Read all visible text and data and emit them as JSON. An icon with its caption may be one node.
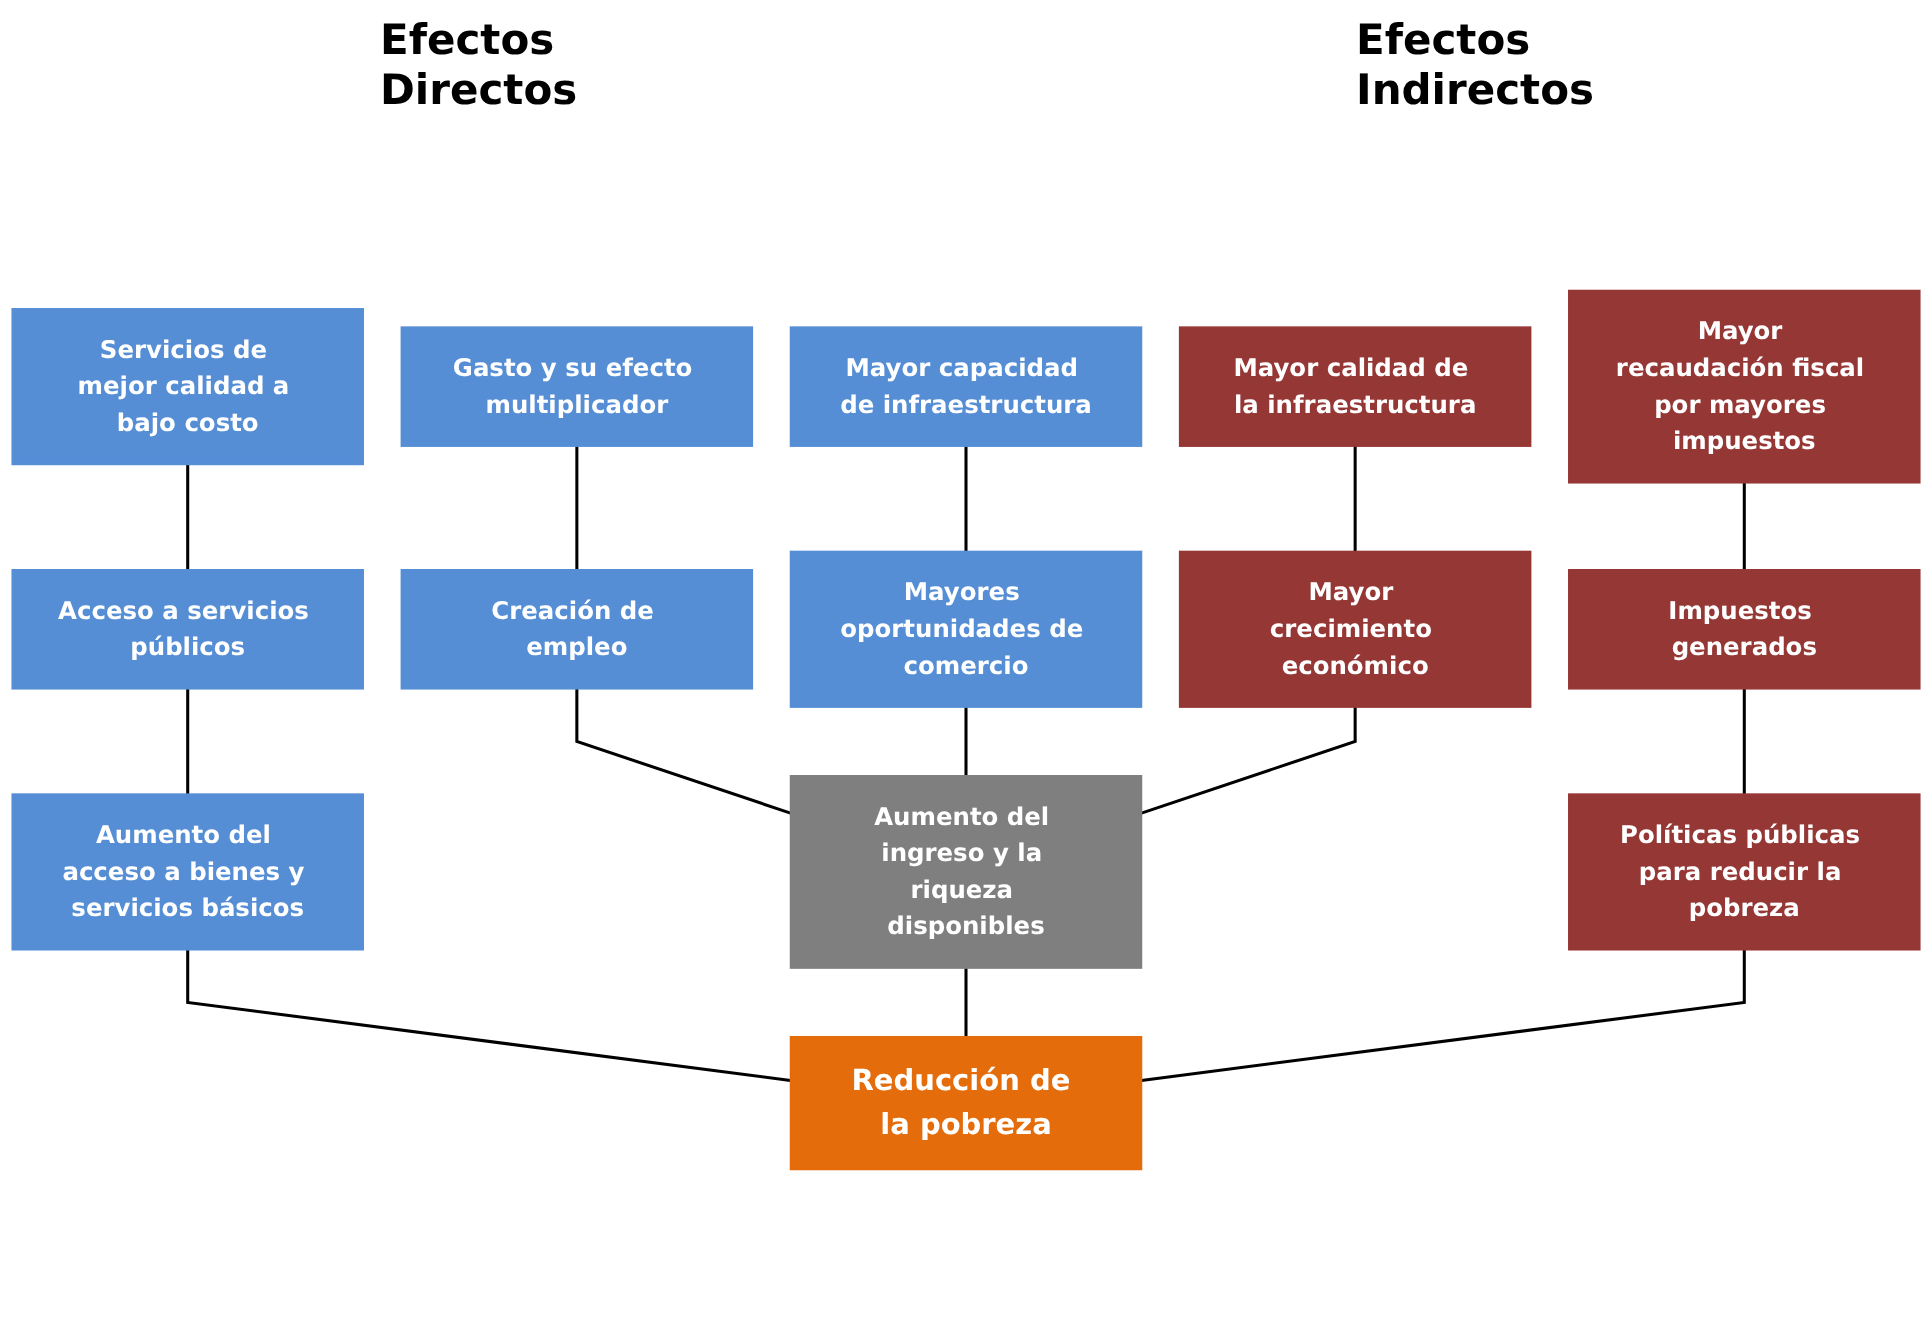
{
  "diagram": {
    "nodes": [
      {
        "text": [
          "Servicios de mejor calidad a bajo costo"
        ]
      },
      {
        "text": [
          "Gasto y su efecto multiplicador"
        ]
      },
      {
        "text": [
          "Mayor capacidad de infraestructura"
        ]
      },
      {
        "text": [
          "Mayor calidad de la infraestructura"
        ]
      },
      {
        "text": [
          "Mayor recaudación fiscal por mayores impuestos"
        ]
      },
      {
        "text": [
          "Acceso a servicios públicos"
        ]
      },
      {
        "text": [
          "Creación de empleo"
        ]
      },
      {
        "text": [
          "Mayores oportunidades de comercio"
        ]
      },
      {
        "text": [
          "Mayor crecimiento económico"
        ]
      },
      {
        "text": [
          "Impuestos generados"
        ]
      },
      {
        "text": [
          "Aumento del acceso a bienes y servicios básicos"
        ]
      },
      {
        "text": [
          "Aumento del ingreso y la riqueza disponibles"
        ]
      },
      {
        "text": [
          "Políticas públicas para reducir la pobreza"
        ]
      },
      {
        "text": [
          "Reducción de la pobreza"
        ]
      }
    ],
    "edges": [
      {
        "from": 0,
        "to": 5,
        "arrow": "none"
      },
      {
        "from": 1,
        "to": 6,
        "arrow": "none"
      },
      {
        "from": 2,
        "to": 7,
        "arrow": "none"
      },
      {
        "from": 3,
        "to": 8,
        "arrow": "none"
      },
      {
        "from": 4,
        "to": 9,
        "arrow": "none"
      },
      {
        "from": 5,
        "to": 10,
        "arrow": "none"
      },
      {
        "from": 6,
        "to": 11,
        "arrow": "none"
      },
      {
        "from": 7,
        "to": 11,
        "arrow": "none"
      },
      {
        "from": 8,
        "to": 11,
        "arrow": "none"
      },
      {
        "from": 9,
        "to": 12,
        "arrow": "none"
      },
      {
        "from": 10,
        "to": 13,
        "arrow": "none"
      },
      {
        "from": 11,
        "to": 13,
        "arrow": "none"
      },
      {
        "from": 12,
        "to": 13,
        "arrow": "none"
      }
    ],
    "labels": [
      "Efectos Directos",
      "Efectos Indirectos"
    ]
  }
}
